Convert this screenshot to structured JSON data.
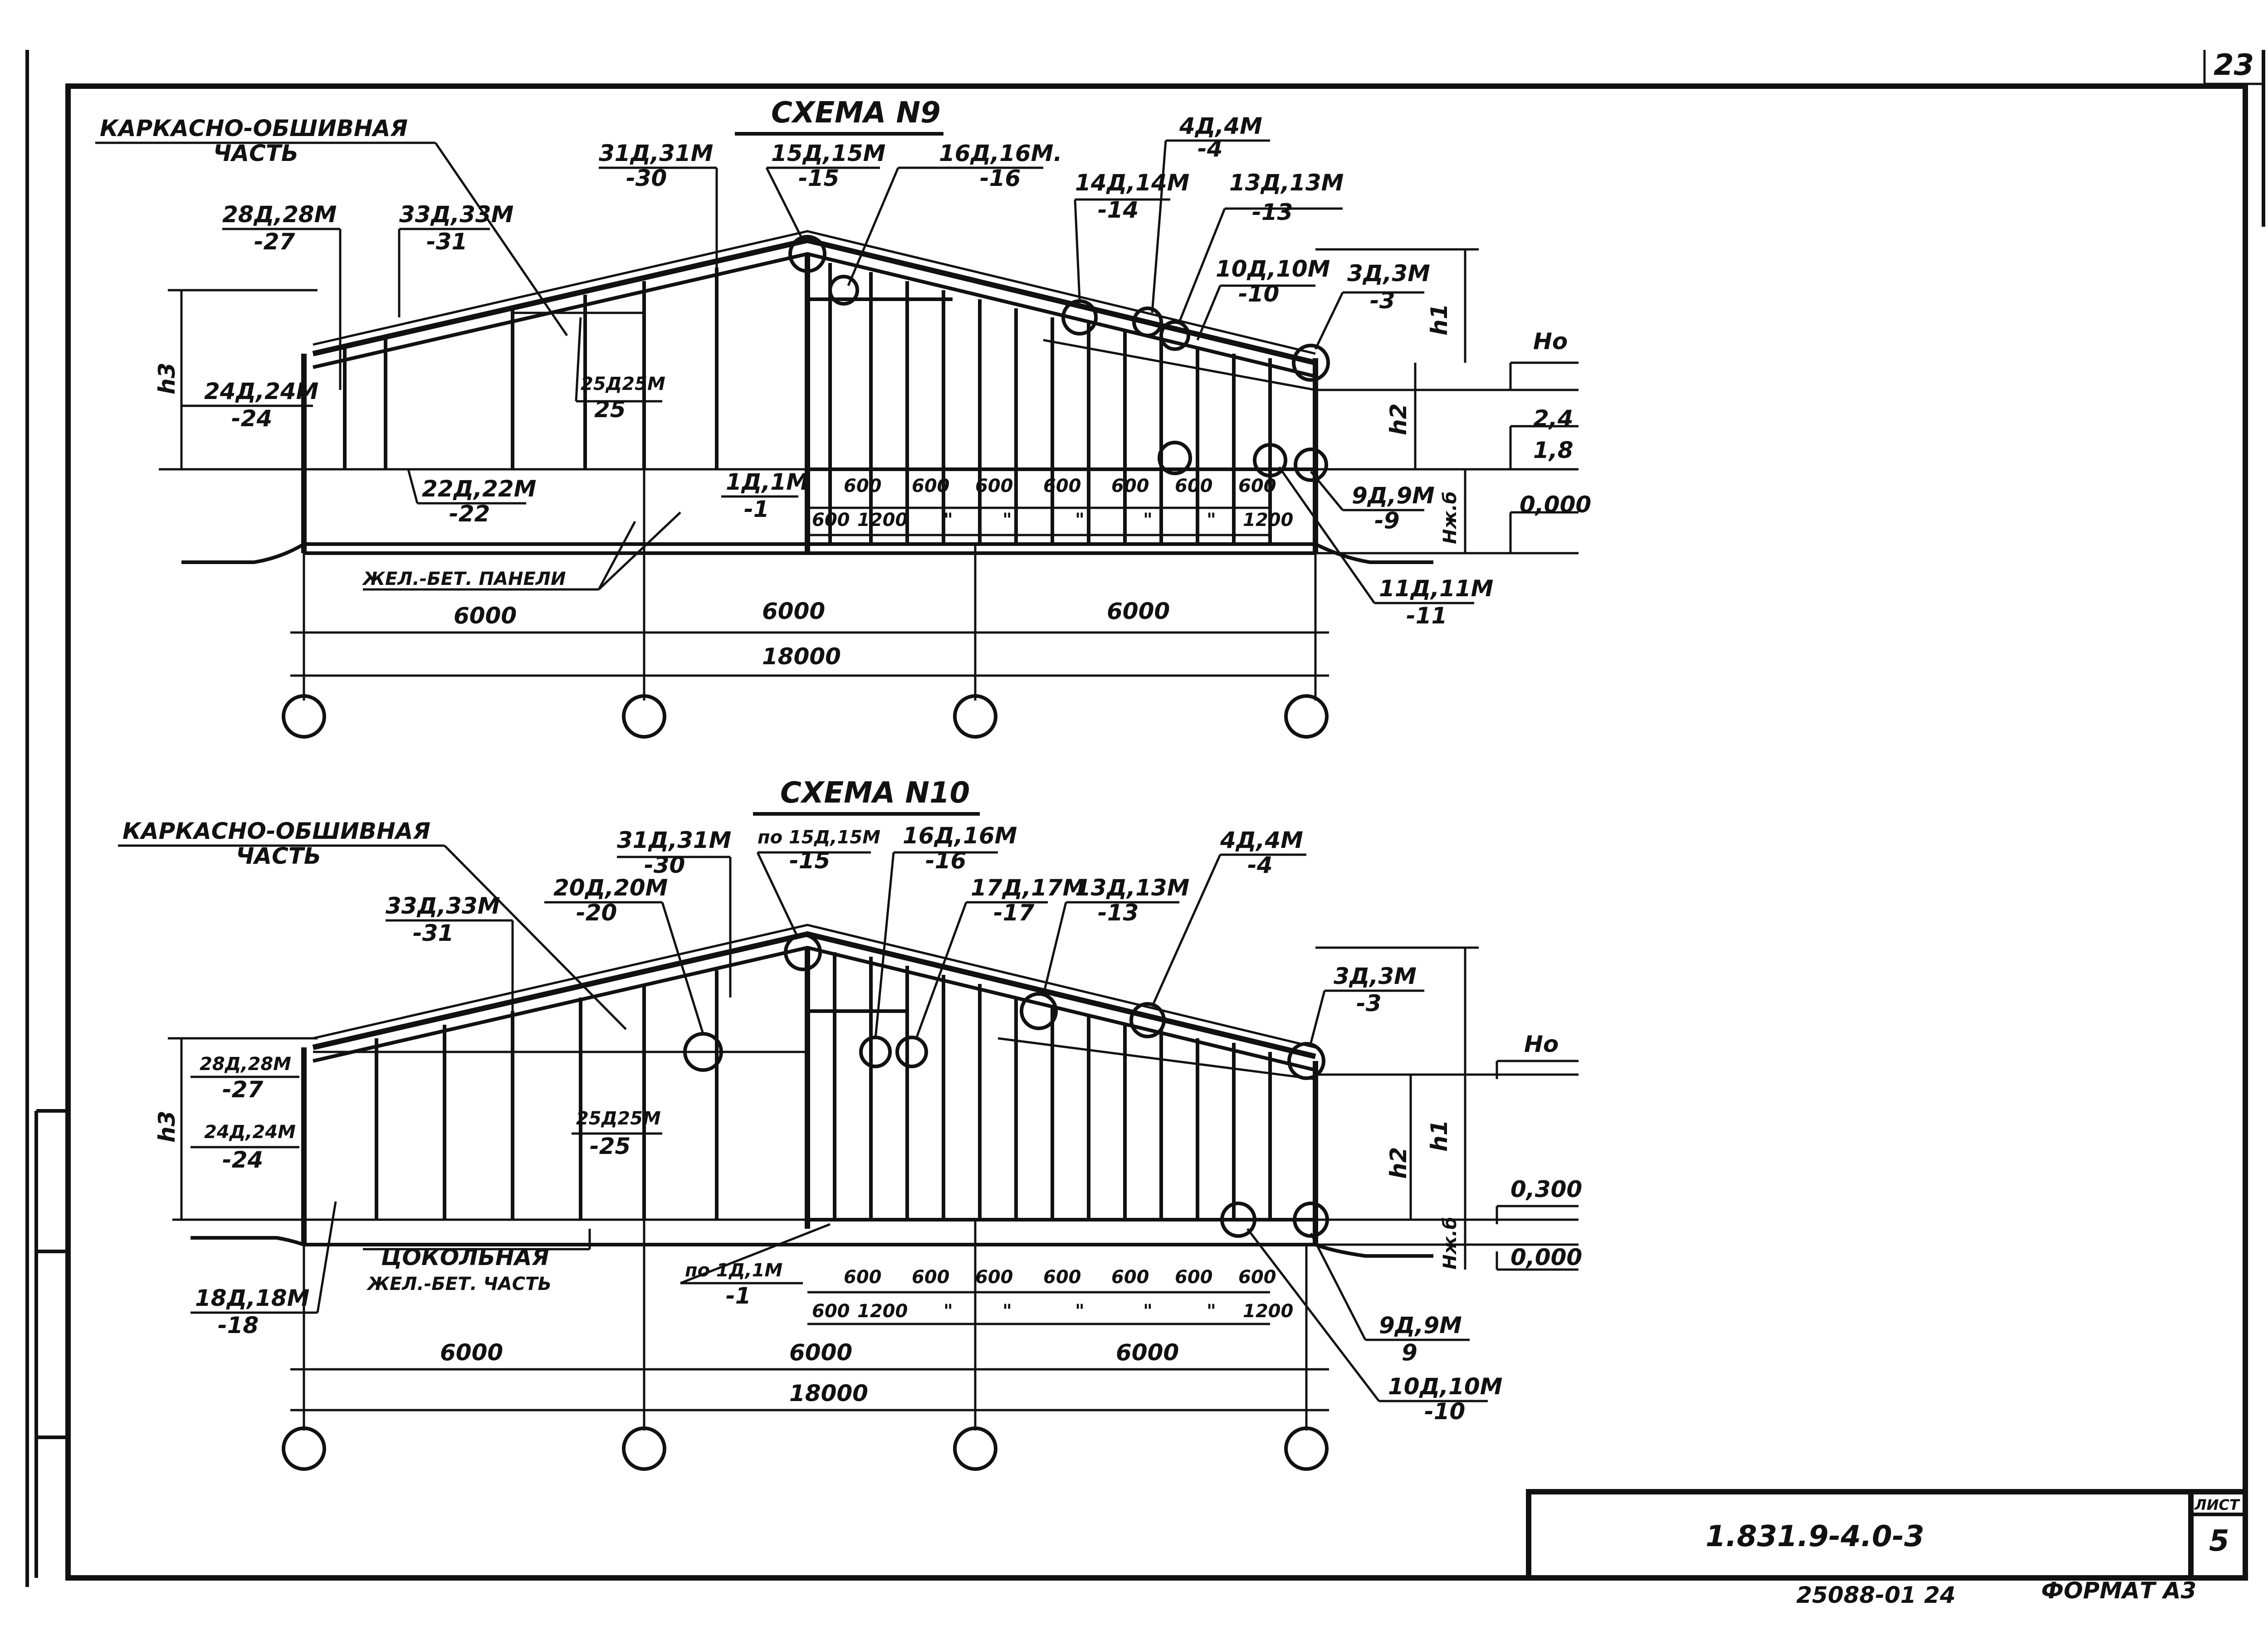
{
  "sheet": {
    "top_number": "23",
    "doc_code": "1.831.9-4.0-3",
    "sheet_label": "ЛИСТ",
    "sheet_no": "5",
    "bottom_stamp": "25088-01 24",
    "format": "ФОРМАТ А3"
  },
  "scheme9": {
    "title": "СХЕМА N9",
    "frame_part_1": "КАРКАСНО-ОБШИВНАЯ",
    "frame_part_2": "ЧАСТЬ",
    "concrete_panels": "ЖЕЛ.-БЕТ. ПАНЕЛИ",
    "labels": [
      {
        "top": "28Д,28М",
        "bottom": "-27"
      },
      {
        "top": "33Д,33М",
        "bottom": "-31"
      },
      {
        "top": "31Д,31М",
        "bottom": "-30"
      },
      {
        "top": "15Д,15М",
        "bottom": "-15"
      },
      {
        "top": "16Д,16М.",
        "bottom": "-16"
      },
      {
        "top": "4Д,4М",
        "bottom": "-4"
      },
      {
        "top": "14Д,14М",
        "bottom": "-14"
      },
      {
        "top": "13Д,13М",
        "bottom": "-13"
      },
      {
        "top": "10Д,10М",
        "bottom": "-10"
      },
      {
        "top": "3Д,3М",
        "bottom": "-3"
      },
      {
        "top": "24Д,24М",
        "bottom": "-24"
      },
      {
        "top": "25Д25М",
        "bottom": "25"
      },
      {
        "top": "22Д,22М",
        "bottom": "-22"
      },
      {
        "top": "1Д,1М",
        "bottom": "-1"
      },
      {
        "top": "9Д,9М",
        "bottom": "-9"
      },
      {
        "top": "11Д,11М",
        "bottom": "-11"
      }
    ],
    "levels": [
      "Hо",
      "2,4",
      "1,8",
      "0,000"
    ],
    "heights": [
      "h3",
      "h1",
      "h2",
      "Hж.б"
    ],
    "spacing_top": [
      "600",
      "600",
      "600",
      "600",
      "600",
      "600",
      "600",
      "600"
    ],
    "spacing_bottom": [
      "600",
      "1200",
      "\"",
      "\"",
      "\"",
      "\"",
      "\"",
      "1200"
    ],
    "spans": [
      "6000",
      "6000",
      "6000"
    ],
    "total": "18000"
  },
  "scheme10": {
    "title": "СХЕМА N10",
    "frame_part_1": "КАРКАСНО-ОБШИВНАЯ",
    "frame_part_2": "ЧАСТЬ",
    "plinth_1": "ЦОКОЛЬНАЯ",
    "plinth_2": "ЖЕЛ.-БЕТ. ЧАСТЬ",
    "labels": [
      {
        "top": "33Д,33М",
        "bottom": "-31"
      },
      {
        "top": "20Д,20М",
        "bottom": "-20"
      },
      {
        "top": "31Д,31М",
        "bottom": "-30"
      },
      {
        "top": "по 15Д,15М",
        "bottom": "-15"
      },
      {
        "top": "16Д,16М",
        "bottom": "-16"
      },
      {
        "top": "17Д,17М",
        "bottom": "-17"
      },
      {
        "top": "13Д,13М",
        "bottom": "-13"
      },
      {
        "top": "4Д,4М",
        "bottom": "-4"
      },
      {
        "top": "3Д,3М",
        "bottom": "-3"
      },
      {
        "top": "28Д,28М",
        "bottom": "-27"
      },
      {
        "top": "24Д,24М",
        "bottom": "-24"
      },
      {
        "top": "25Д25М",
        "bottom": "-25"
      },
      {
        "top": "18Д,18М",
        "bottom": "-18"
      },
      {
        "top": "по 1Д,1М",
        "bottom": "-1"
      },
      {
        "top": "9Д,9М",
        "bottom": "9"
      },
      {
        "top": "10Д,10М",
        "bottom": "-10"
      }
    ],
    "levels": [
      "Hо",
      "0,300",
      "0,000"
    ],
    "heights": [
      "h3",
      "h2",
      "h1",
      "Hж.б"
    ],
    "spacing_top": [
      "600",
      "600",
      "600",
      "600",
      "600",
      "600",
      "600",
      "600"
    ],
    "spacing_bottom": [
      "600",
      "1200",
      "\"",
      "\"",
      "\"",
      "\"",
      "\"",
      "1200"
    ],
    "spans": [
      "6000",
      "6000",
      "6000"
    ],
    "total": "18000"
  }
}
